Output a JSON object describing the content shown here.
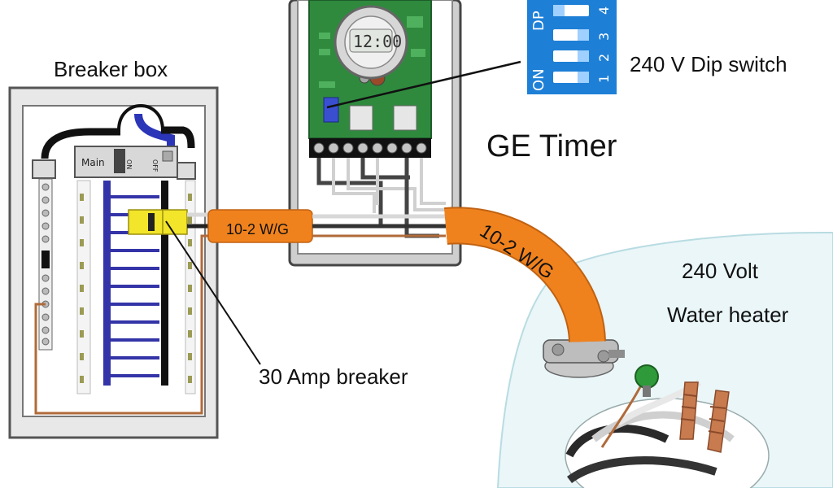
{
  "labels": {
    "breaker_box": "Breaker box",
    "dip_switch": "240 V Dip switch",
    "ge_timer": "GE Timer",
    "heater_line1": "240 Volt",
    "heater_line2": "Water heater",
    "breaker_30a": "30 Amp breaker",
    "cable_left": "10-2 W/G",
    "cable_right": "10-2 W/G",
    "main_label": "Main",
    "on_label": "ON",
    "off_label": "OFF",
    "lcd_time": "12:00"
  },
  "dip": {
    "dp_label": "DP",
    "on_label": "ON",
    "top_numbers": [
      "4"
    ],
    "side_numbers": [
      "1",
      "2",
      "3"
    ]
  },
  "colors": {
    "cable_orange": "#f0821e",
    "dip_blue": "#1e7fd6",
    "neutral_bus_blue": "#3434a8",
    "breaker_yellow": "#f2e52a",
    "pcb_green": "#2f8a3e",
    "heater_fill": "#e9f5f7",
    "ground_copper": "#b06a3a"
  },
  "icons": [
    "lcd-dial-icon",
    "green-ground-screw-icon",
    "wire-nut-icon",
    "cable-clamp-icon"
  ]
}
